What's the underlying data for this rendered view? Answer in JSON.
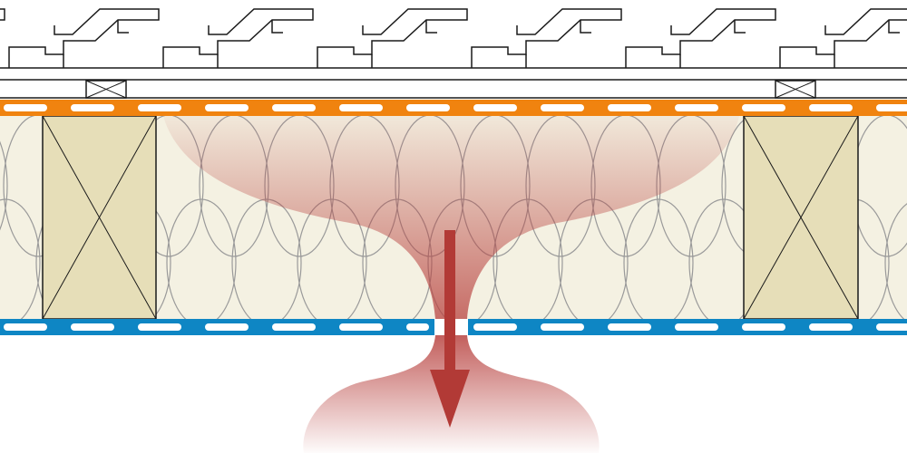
{
  "diagram": {
    "kind": "roof insulation cross-section with vapour leak",
    "colors": {
      "outer_membrane": "#f0830f",
      "inner_membrane": "#0e86c4",
      "insulation": "#f4f1e2",
      "insulation_lines": "#9a9a9a",
      "rafter": "#e6deb8",
      "plume": "#b8423f",
      "arrow": "#b23a36",
      "outline": "#1a1a1a"
    },
    "tile_count": 6,
    "rafter_count": 2,
    "counter_batten_count": 2
  }
}
